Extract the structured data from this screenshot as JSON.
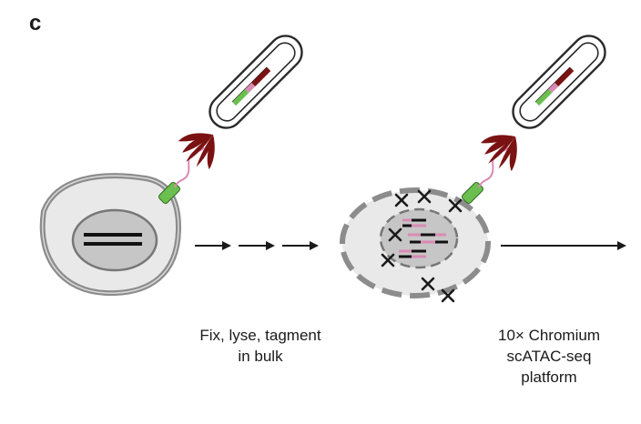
{
  "panel_label": "c",
  "captions": {
    "step1": [
      "Fix, lyse, tagment",
      "in bulk"
    ],
    "step2": [
      "10× Chromium",
      "scATAC-seq",
      "platform"
    ]
  },
  "colors": {
    "cell_fill": "#e9e9e9",
    "membrane": "#8c8c8c",
    "nucleus_fill": "#c6c6c6",
    "chromatin": "#111111",
    "tn5_green": "#6bbf4e",
    "antibody_red": "#7a1212",
    "linker_pink": "#d98ab3",
    "arrow": "#1a1a1a"
  },
  "icons": [
    "antibody-tube-icon",
    "tn5-transposome-icon",
    "cut-site-icon",
    "arrow-icon"
  ]
}
